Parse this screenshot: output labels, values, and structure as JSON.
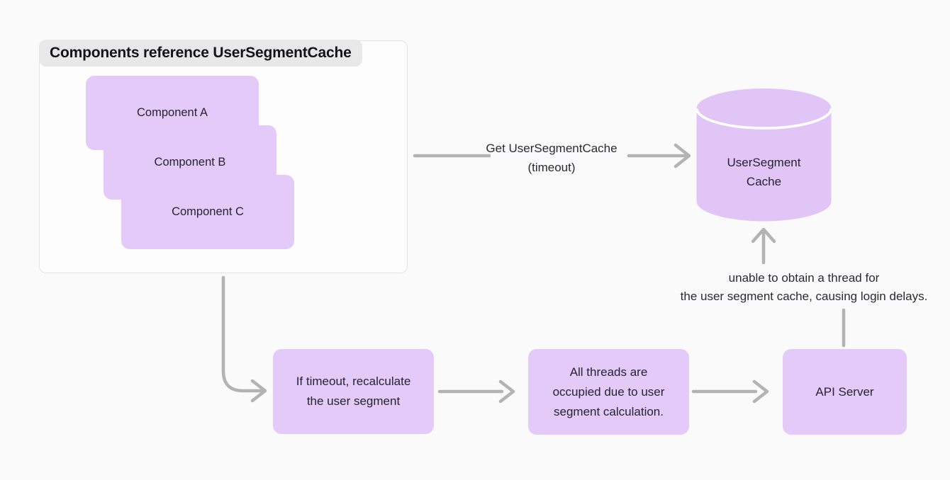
{
  "colors": {
    "background": "#fafafa",
    "node_purple": "#e4caf8",
    "arrow_gray": "#b3b3b3",
    "group_bg": "#fdfdfd",
    "group_border": "#e3e3e3",
    "title_pill_bg": "#e9e8e8",
    "text_dark": "#272331"
  },
  "group": {
    "title": "Components reference UserSegmentCache",
    "components": [
      {
        "label": "Component A"
      },
      {
        "label": "Component B"
      },
      {
        "label": "Component C"
      }
    ]
  },
  "cache_db": {
    "lines": [
      "UserSegment",
      "Cache"
    ]
  },
  "edge_labels": {
    "get_cache": {
      "lines": [
        "Get UserSegmentCache",
        "(timeout)"
      ]
    },
    "no_thread": {
      "lines": [
        "unable to obtain a thread for",
        "the user segment cache, causing login delays."
      ]
    }
  },
  "nodes": {
    "recalculate": {
      "lines": [
        "If timeout, recalculate",
        "the user segment"
      ]
    },
    "threads_occupied": {
      "lines": [
        "All threads are",
        "occupied due to user",
        "segment calculation."
      ]
    },
    "api_server": {
      "label": "API Server"
    }
  }
}
